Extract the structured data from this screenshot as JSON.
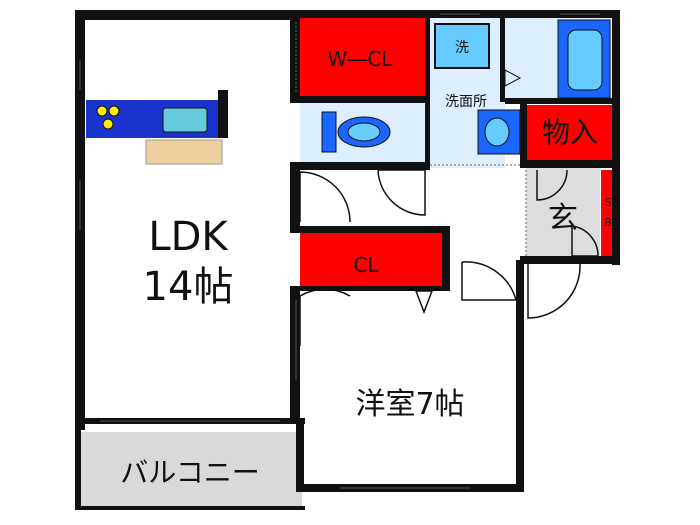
{
  "rooms": {
    "ldk": {
      "name": "LDK",
      "size": "14帖"
    },
    "western": {
      "name": "洋室7帖"
    },
    "walk_in_closet": {
      "name": "W―CL"
    },
    "closet": {
      "name": "CL"
    },
    "storage": {
      "name": "物入"
    },
    "entrance": {
      "name": "玄"
    },
    "shoe_box": {
      "line1": "S",
      "line2": "B"
    },
    "washroom": {
      "name": "洗面所"
    },
    "washer": {
      "name": "洗"
    },
    "balcony": {
      "name": "バルコニー"
    }
  },
  "colors": {
    "wall": "#111111",
    "closet_red": "#ff0000",
    "wet_area_blue": "#ddeeff",
    "fixture_blue": "#1a66ff",
    "kitchen_blue": "#1a33cc",
    "entrance_gray": "#dddddd",
    "balcony_gray": "#d9d9d9",
    "counter_tan": "#f0d0a0",
    "burner_yellow": "#ffee00"
  }
}
